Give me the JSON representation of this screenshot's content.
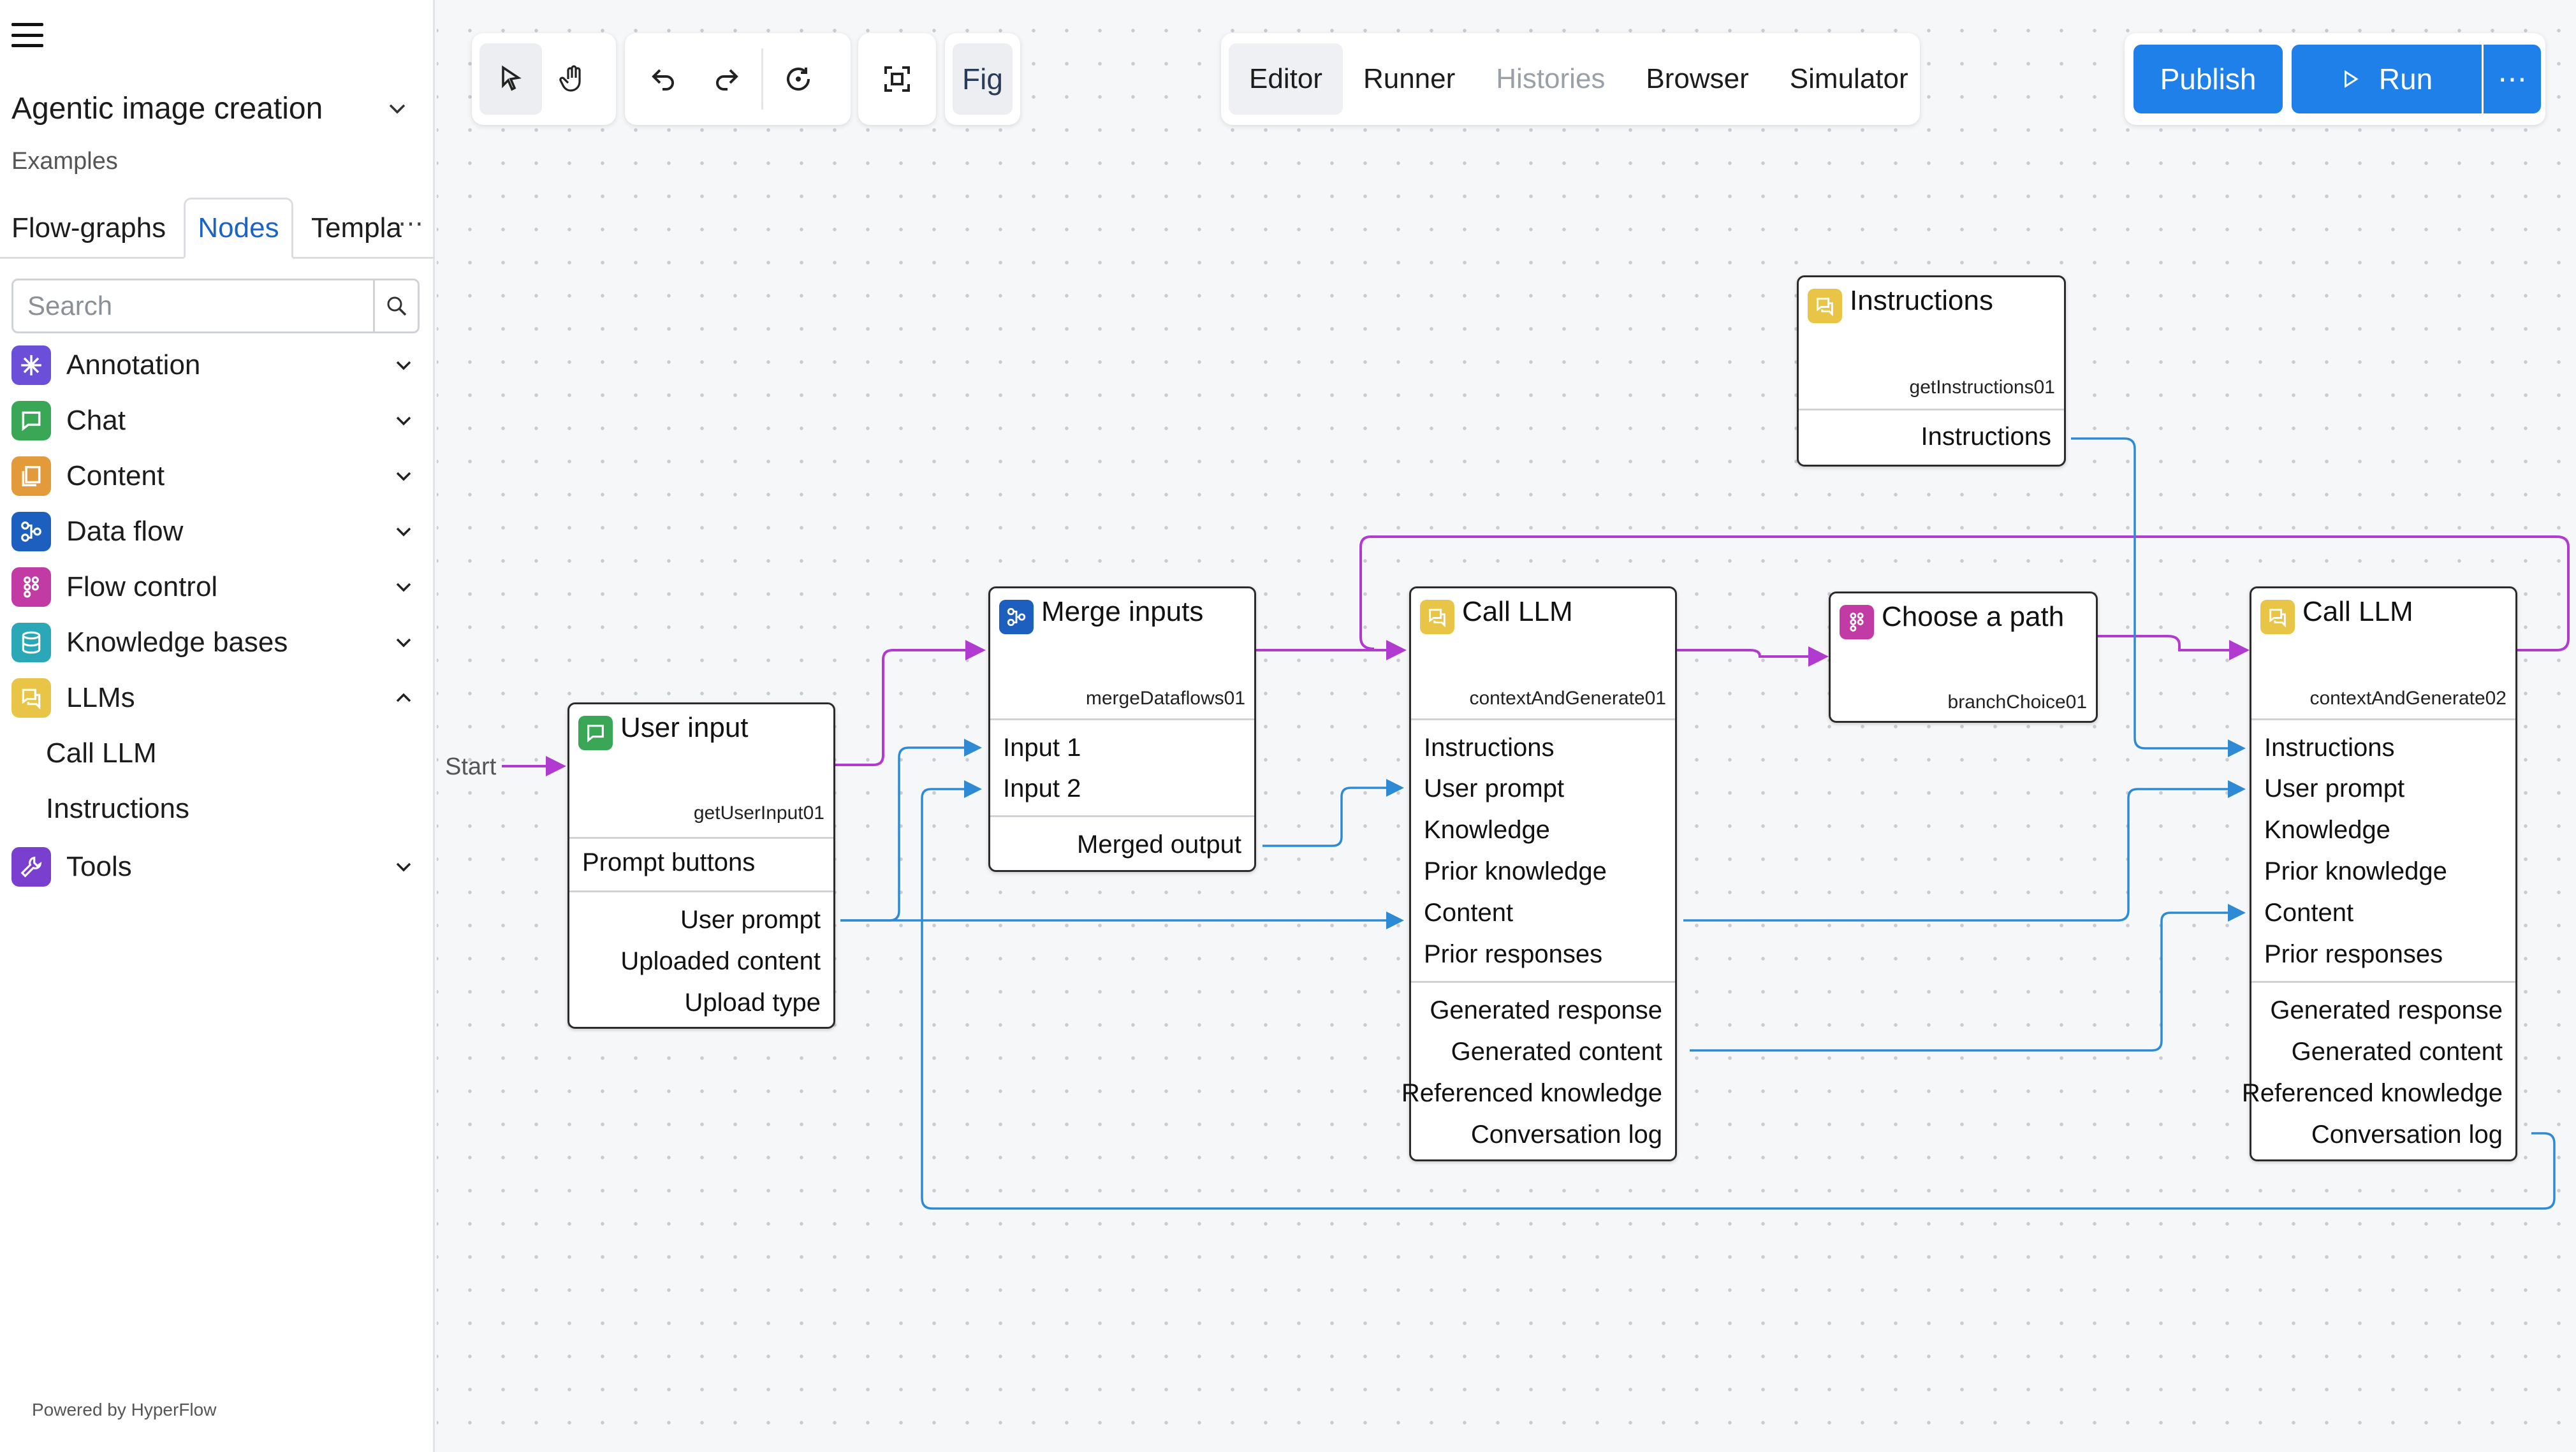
{
  "sidebar": {
    "app_title": "Agentic image creation",
    "subtitle": "Examples",
    "tabs": [
      "Flow-graphs",
      "Nodes",
      "Templa"
    ],
    "search_placeholder": "Search",
    "categories": [
      {
        "label": "Annotation",
        "icon": "sparkle-icon",
        "color": "#6b4fd8"
      },
      {
        "label": "Chat",
        "icon": "chat-icon",
        "color": "#3aa757"
      },
      {
        "label": "Content",
        "icon": "content-icon",
        "color": "#e39a3b"
      },
      {
        "label": "Data flow",
        "icon": "dataflow-icon",
        "color": "#1d5fbf"
      },
      {
        "label": "Flow control",
        "icon": "flow-control-icon",
        "color": "#c23aa3"
      },
      {
        "label": "Knowledge bases",
        "icon": "database-icon",
        "color": "#2aa8b8"
      },
      {
        "label": "LLMs",
        "icon": "llm-icon",
        "color": "#e8c547"
      },
      {
        "label": "Tools",
        "icon": "wrench-icon",
        "color": "#7a3fcf"
      }
    ],
    "llm_items": [
      "Call LLM",
      "Instructions"
    ],
    "powered_by": "Powered by HyperFlow"
  },
  "toolbar": {
    "fig_label": "Fig",
    "view_tabs": [
      "Editor",
      "Runner",
      "Histories",
      "Browser",
      "Simulator"
    ],
    "publish_label": "Publish",
    "run_label": "Run",
    "more_label": "⋯"
  },
  "canvas": {
    "start_label": "Start",
    "nodes": {
      "user_input": {
        "title": "User input",
        "id": "getUserInput01",
        "inputs": [
          "Prompt buttons"
        ],
        "outputs": [
          "User prompt",
          "Uploaded content",
          "Upload type"
        ]
      },
      "merge": {
        "title": "Merge inputs",
        "id": "mergeDataflows01",
        "inputs": [
          "Input 1",
          "Input 2"
        ],
        "outputs": [
          "Merged output"
        ]
      },
      "call_llm_1": {
        "title": "Call LLM",
        "id": "contextAndGenerate01",
        "inputs": [
          "Instructions",
          "User prompt",
          "Knowledge",
          "Prior knowledge",
          "Content",
          "Prior responses"
        ],
        "outputs": [
          "Generated response",
          "Generated content",
          "Referenced knowledge",
          "Conversation log"
        ]
      },
      "choose_path": {
        "title": "Choose a path",
        "id": "branchChoice01"
      },
      "instructions": {
        "title": "Instructions",
        "id": "getInstructions01",
        "outputs": [
          "Instructions"
        ]
      },
      "call_llm_2": {
        "title": "Call LLM",
        "id": "contextAndGenerate02",
        "inputs": [
          "Instructions",
          "User prompt",
          "Knowledge",
          "Prior knowledge",
          "Content",
          "Prior responses"
        ],
        "outputs": [
          "Generated response",
          "Generated content",
          "Referenced knowledge",
          "Conversation log"
        ]
      }
    },
    "colors": {
      "control_wire": "#b13ad1",
      "data_wire": "#2f8ad6",
      "accent": "#1f80ea"
    }
  }
}
